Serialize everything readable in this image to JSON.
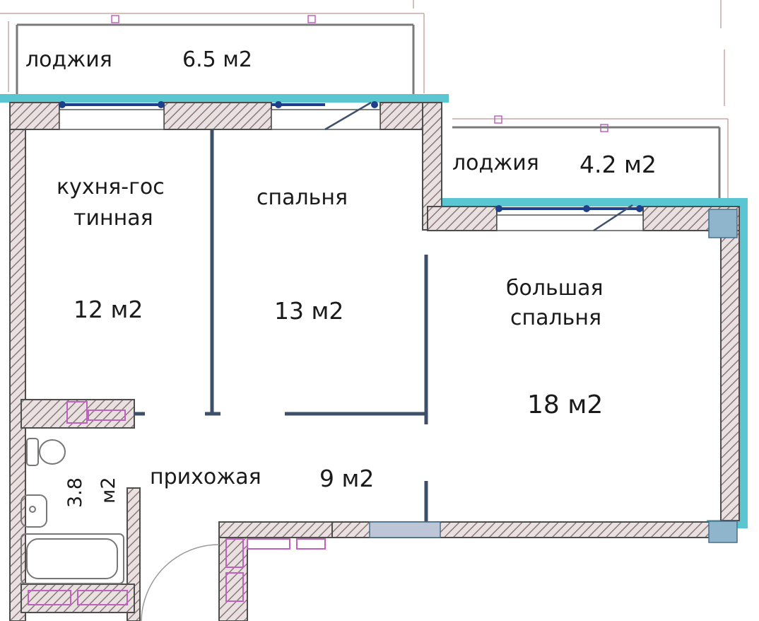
{
  "rooms": {
    "loggia_1": {
      "name": "лоджия",
      "area": "6.5 м2"
    },
    "loggia_2": {
      "name": "лоджия",
      "area": "4.2 м2"
    },
    "kitchen": {
      "name_line1": "кухня-гос",
      "name_line2": "тинная",
      "area": "12 м2"
    },
    "bedroom": {
      "name": "спальня",
      "area": "13 м2"
    },
    "master_bedroom": {
      "name_line1": "большая",
      "name_line2": "спальня",
      "area": "18 м2"
    },
    "hallway": {
      "name": "прихожая",
      "area": "9 м2"
    },
    "bathroom": {
      "area_number": "3.8",
      "area_unit": "м2"
    }
  },
  "colors": {
    "wall_outline": "#5a5a5a",
    "wall_hatch": "#9e8a8a",
    "insulation": "#59c6d1",
    "window": "#1f3f8a",
    "partition": "#3d4f6a",
    "grid_line": "#c9a9a9",
    "marker": "#c060c0"
  }
}
